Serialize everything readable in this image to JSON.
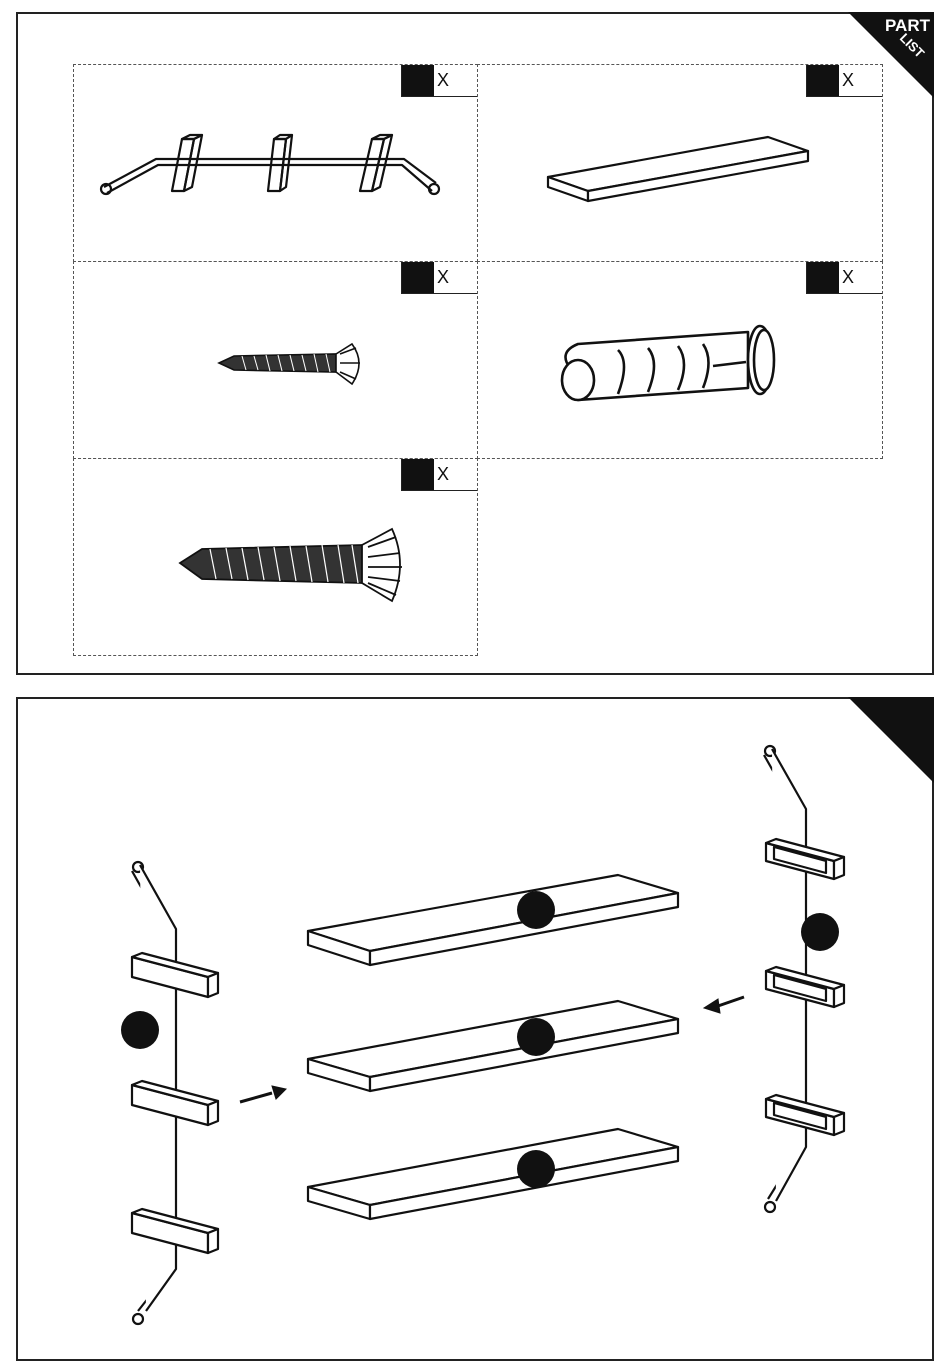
{
  "part_list": {
    "badge_line1": "PART",
    "badge_line2": "LIST",
    "parts": [
      {
        "id": "bracket",
        "qty_marker": "X"
      },
      {
        "id": "shelf-board",
        "qty_marker": "X"
      },
      {
        "id": "screw-small",
        "qty_marker": "X"
      },
      {
        "id": "wall-plug",
        "qty_marker": "X"
      },
      {
        "id": "screw-large",
        "qty_marker": "X"
      }
    ]
  },
  "assembly": {
    "step_badge": "",
    "callouts": [
      "",
      "",
      "",
      "",
      ""
    ]
  }
}
